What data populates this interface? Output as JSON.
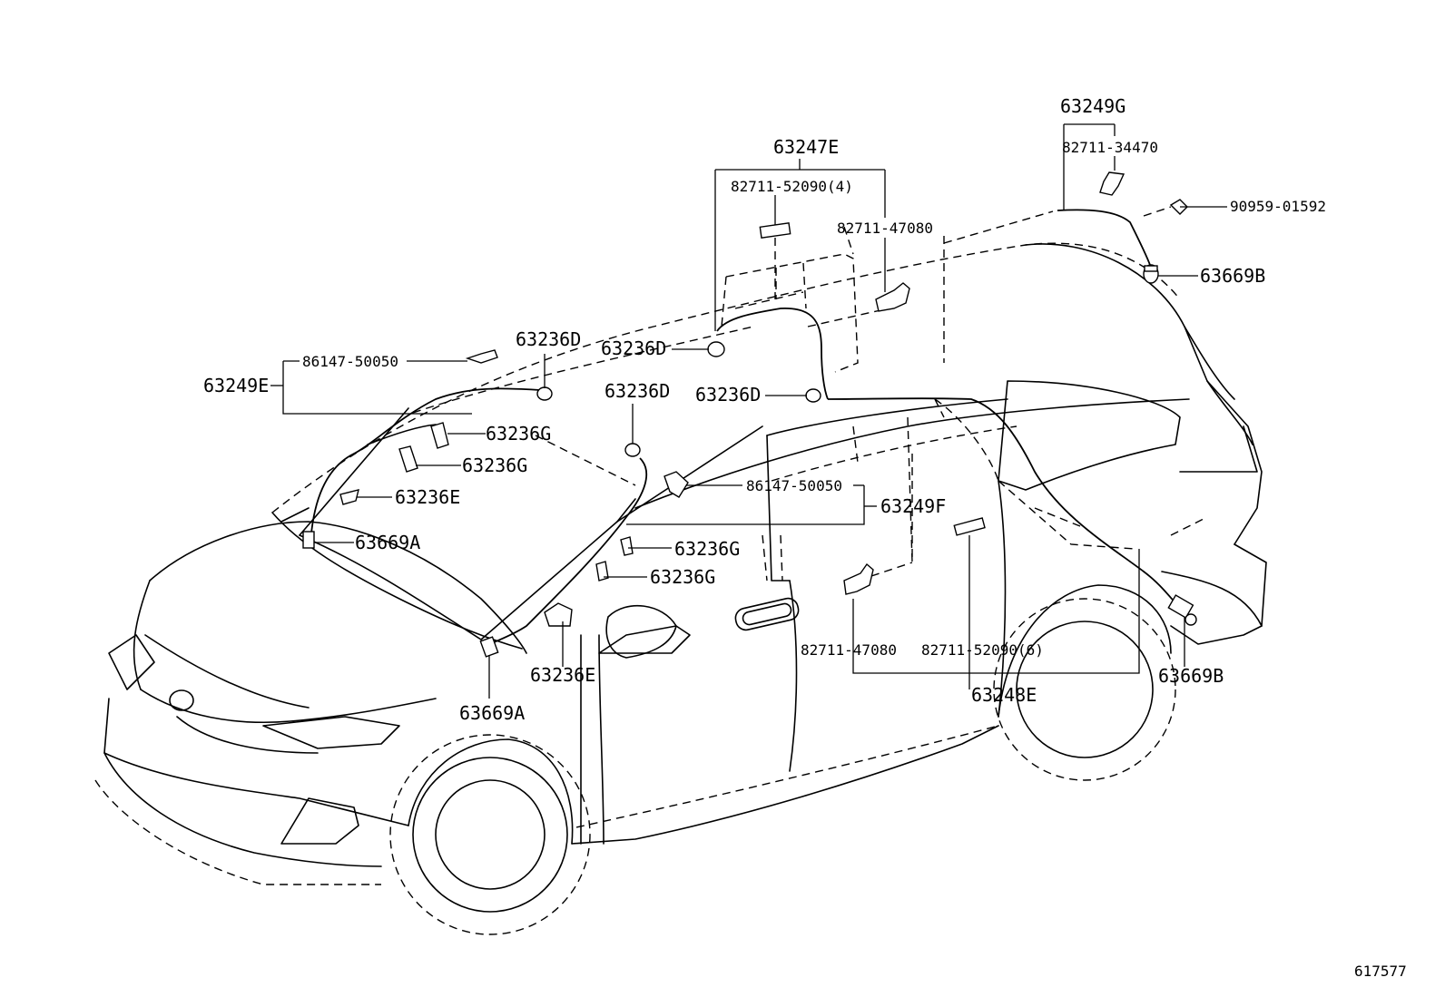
{
  "diagram": {
    "labels": {
      "p63249G": "63249G",
      "p82711_34470": "82711-34470",
      "p90959_01592": "90959-01592",
      "p63669B_top": "63669B",
      "p63247E": "63247E",
      "p82711_52090_4": "82711-52090(4)",
      "p82711_47080_top": "82711-47080",
      "p63236D_a": "63236D",
      "p63236D_b": "63236D",
      "p63236D_c": "63236D",
      "p63236D_d": "63236D",
      "p86147_50050_left": "86147-50050",
      "p63249E": "63249E",
      "p63236G_a": "63236G",
      "p63236G_b": "63236G",
      "p63236E_a": "63236E",
      "p63669A_a": "63669A",
      "p86147_50050_mid": "86147-50050",
      "p63249F": "63249F",
      "p63236G_c": "63236G",
      "p63236G_d": "63236G",
      "p63236E_b": "63236E",
      "p63669A_b": "63669A",
      "p82711_47080_bot": "82711-47080",
      "p82711_52090_6": "82711-52090(6)",
      "p63669B_bot": "63669B",
      "p63248E": "63248E",
      "ref": "617577"
    }
  }
}
